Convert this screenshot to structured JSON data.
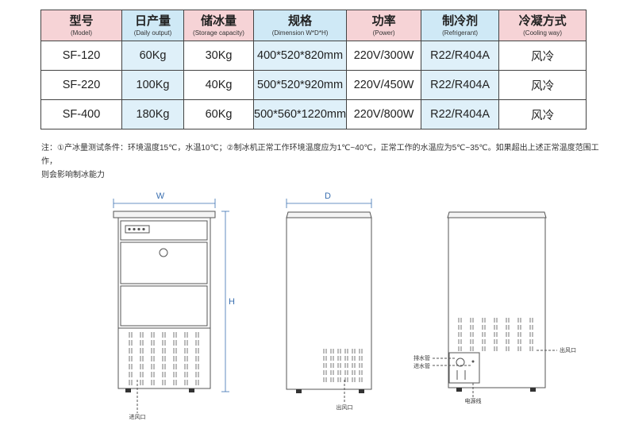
{
  "table": {
    "headers": [
      {
        "zh": "型号",
        "en": "(Model)"
      },
      {
        "zh": "日产量",
        "en": "(Daily output)"
      },
      {
        "zh": "储冰量",
        "en": "(Storage capacity)"
      },
      {
        "zh": "规格",
        "en": "(Dimension W*D*H)"
      },
      {
        "zh": "功率",
        "en": "(Power)"
      },
      {
        "zh": "制冷剂",
        "en": "(Refrigerant)"
      },
      {
        "zh": "冷凝方式",
        "en": "(Cooling way)"
      }
    ],
    "rows": [
      [
        "SF-120",
        "60Kg",
        "30Kg",
        "400*520*820mm",
        "220V/300W",
        "R22/R404A",
        "风冷"
      ],
      [
        "SF-220",
        "100Kg",
        "40Kg",
        "500*520*920mm",
        "220V/450W",
        "R22/R404A",
        "风冷"
      ],
      [
        "SF-400",
        "180Kg",
        "60Kg",
        "500*560*1220mm",
        "220V/800W",
        "R22/R404A",
        "风冷"
      ]
    ]
  },
  "note": {
    "line1": "注：①产冰量测试条件：环境温度15℃，水温10℃；②制冰机正常工作环境温度应为1℃~40℃，正常工作的水温应为5℃~35℃。如果超出上述正常温度范围工作，",
    "line2": "则会影响制冰能力"
  },
  "diagram": {
    "front": {
      "width_label": "W",
      "height_label": "H",
      "intake_label": "进风口"
    },
    "side": {
      "depth_label": "D",
      "outlet_label": "出风口"
    },
    "back": {
      "drain_label": "排水管",
      "inlet_label": "进水管",
      "outlet_label": "出风口",
      "power_label": "电源线"
    }
  },
  "colors": {
    "header_pink": "#f6d3d6",
    "header_blue": "#cfe9f6",
    "cell_blue": "#dff0f9",
    "dimension_blue": "#3a6fb0",
    "line": "#555555"
  }
}
